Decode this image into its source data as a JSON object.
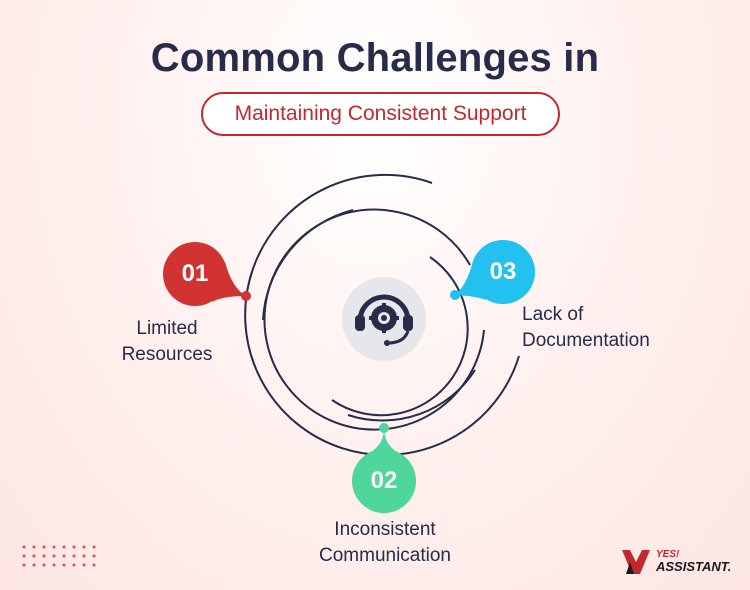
{
  "title": "Common Challenges in",
  "subtitle": "Maintaining Consistent Support",
  "items": [
    {
      "number": "01",
      "label_line1": "Limited",
      "label_line2": "Resources",
      "color": "#d13232"
    },
    {
      "number": "02",
      "label_line1": "Inconsistent",
      "label_line2": "Communication",
      "color": "#4fd69a"
    },
    {
      "number": "03",
      "label_line1": "Lack of",
      "label_line2": "Documentation",
      "color": "#22c1f0"
    }
  ],
  "center_icon": "headset-gear-icon",
  "logo": {
    "small": "YES!",
    "big": "ASSISTANT."
  },
  "colors": {
    "navy": "#262c4a",
    "red": "#c0282e",
    "green": "#4fd69a",
    "blue": "#22c1f0"
  }
}
